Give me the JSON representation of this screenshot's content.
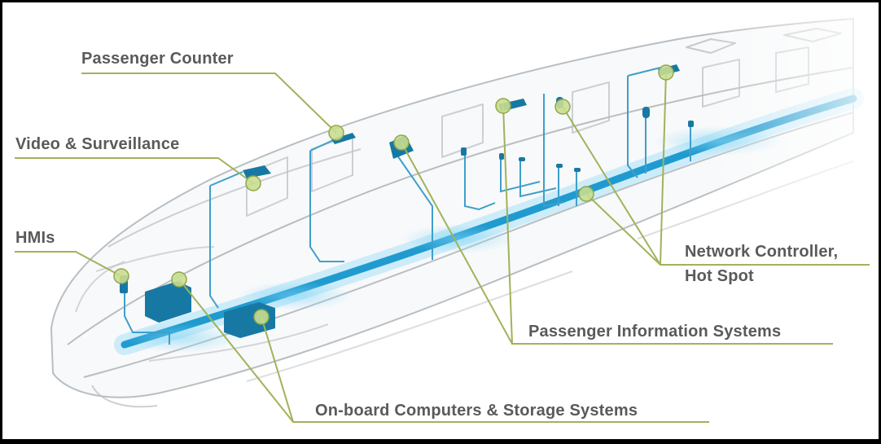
{
  "diagram": {
    "colors": {
      "background": "#ffffff",
      "frame": "#000000",
      "leader_line": "#9fb35a",
      "marker_fill": "#c9dd8f",
      "marker_stroke": "#8fa84c",
      "network_bus": "#1f9bd0",
      "network_glow": "#7fd4f5",
      "device": "#1779a3",
      "train_outline": "#b9bec2",
      "label_text": "#5a5a5a"
    },
    "labels": {
      "passenger_counter": "Passenger Counter",
      "video_surveillance": "Video & Surveillance",
      "hmis": "HMIs",
      "network_controller_line1": "Network Controller,",
      "network_controller_line2": "Hot Spot",
      "passenger_information": "Passenger Information Systems",
      "onboard_computers": "On-board Computers & Storage Systems"
    }
  }
}
